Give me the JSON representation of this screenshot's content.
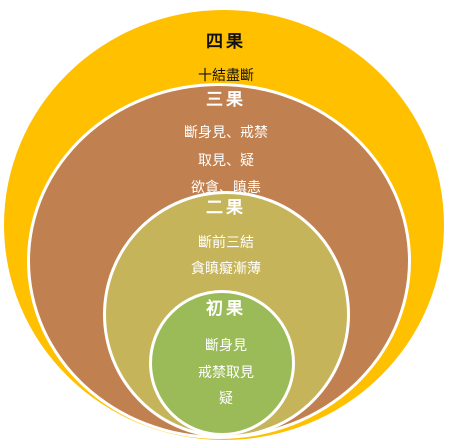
{
  "colors": {
    "fourth_fruit_circle": "#FFC000",
    "third_fruit_circle": "#C0804F",
    "second_fruit_circle": "#C6B45A",
    "first_fruit_circle": "#9BBB59"
  },
  "fourth_fruit": {
    "title": "四果",
    "lines": [
      "十結盡斷"
    ]
  },
  "third_fruit": {
    "title": "三果",
    "lines": [
      "斷身見、戒禁",
      "取見、疑",
      "欲貪、瞋恚"
    ]
  },
  "second_fruit": {
    "title": "二果",
    "lines": [
      "斷前三結",
      "貪瞋癡漸薄"
    ]
  },
  "first_fruit": {
    "title": "初果",
    "lines": [
      "斷身見",
      "戒禁取見",
      "疑"
    ]
  }
}
